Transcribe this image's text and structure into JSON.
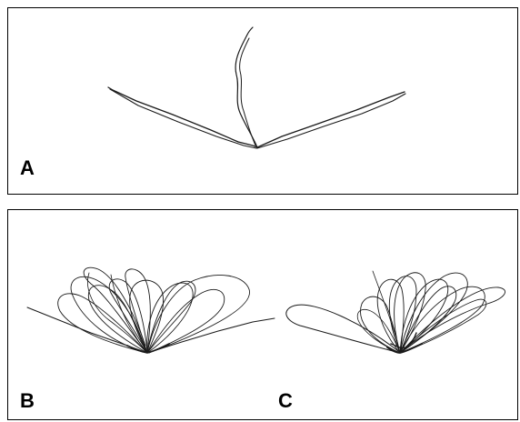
{
  "figure": {
    "panels": [
      {
        "id": "A",
        "label": "A"
      },
      {
        "id": "B",
        "label": "B"
      },
      {
        "id": "C",
        "label": "C"
      }
    ],
    "line_color": "#1a1a1a",
    "border_color": "#000000",
    "background": "#ffffff"
  }
}
